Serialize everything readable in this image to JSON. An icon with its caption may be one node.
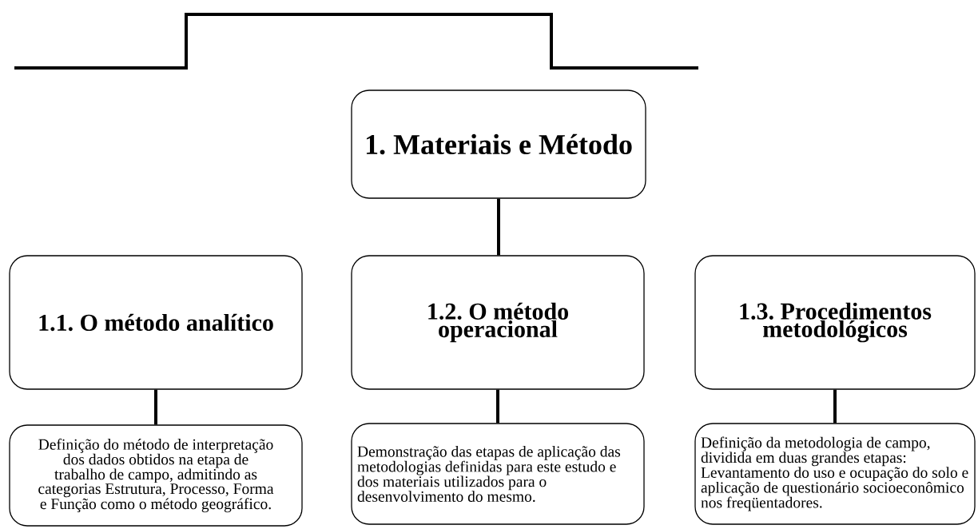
{
  "diagram": {
    "nodes": [
      {
        "text": [
          "1. Materiais e Método"
        ]
      },
      {
        "text": [
          "1.1. O método analítico"
        ]
      },
      {
        "text": [
          "1.2. O método operacional"
        ]
      },
      {
        "text": [
          "1.3. Procedimentos metodológicos"
        ]
      },
      {
        "text": [
          "Definição do método de interpretação dos dados obtidos na etapa de trabalho de campo, admitindo as categorias Estrutura, Processo, Forma e Função como o método geográfico."
        ]
      },
      {
        "text": [
          "Demonstração das etapas de aplicação das metodologias definidas para este estudo e dos materiais utilizados para o desenvolvimento do mesmo."
        ]
      },
      {
        "text": [
          "Definição da metodologia de campo, dividida em duas grandes etapas: Levantamento do uso e ocupação do solo e aplicação de questionário socioeconômico nos freqüentadores."
        ]
      }
    ],
    "edges": [
      {
        "from": 0,
        "to": 2,
        "arrow": "none"
      },
      {
        "from": 1,
        "to": 4,
        "arrow": "none"
      },
      {
        "from": 2,
        "to": 5,
        "arrow": "none"
      },
      {
        "from": 3,
        "to": 6,
        "arrow": "none"
      }
    ]
  }
}
